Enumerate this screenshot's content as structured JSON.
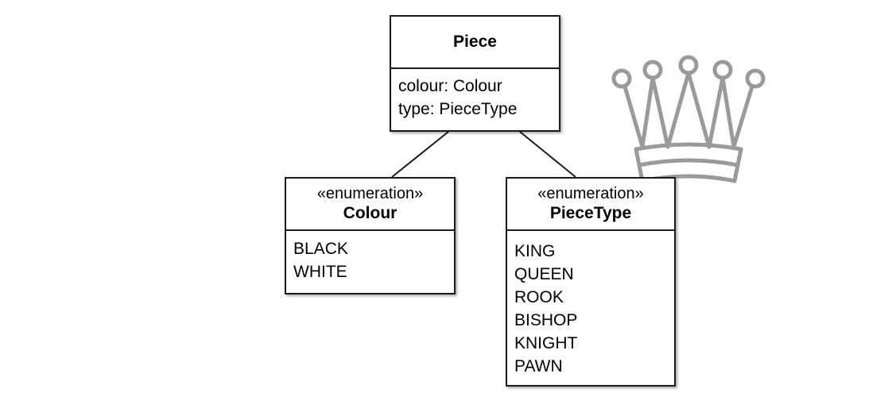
{
  "diagram": {
    "piece": {
      "name": "Piece",
      "attributes": [
        "colour: Colour",
        "type: PieceType"
      ]
    },
    "colour": {
      "stereotype": "«enumeration»",
      "name": "Colour",
      "values": [
        "BLACK",
        "WHITE"
      ]
    },
    "piecetype": {
      "stereotype": "«enumeration»",
      "name": "PieceType",
      "values": [
        "KING",
        "QUEEN",
        "ROOK",
        "BISHOP",
        "KNIGHT",
        "PAWN"
      ]
    }
  },
  "crown_color": "#9a9a9a",
  "line_color": "#1a1a1a"
}
